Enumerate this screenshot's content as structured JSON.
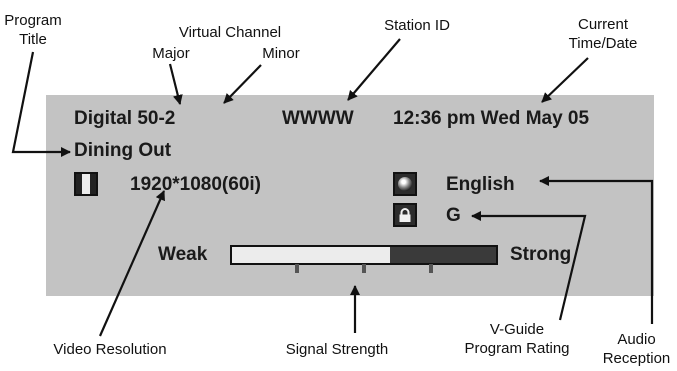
{
  "callouts": {
    "program_title": [
      "Program",
      "Title"
    ],
    "virtual_channel": "Virtual Channel",
    "major": "Major",
    "minor": "Minor",
    "station_id": "Station ID",
    "current_time_date": [
      "Current",
      "Time/Date"
    ],
    "video_resolution": "Video Resolution",
    "signal_strength": "Signal Strength",
    "vguide_rating": [
      "V-Guide",
      "Program Rating"
    ],
    "audio_reception": [
      "Audio",
      "Reception"
    ]
  },
  "panel": {
    "channel": "Digital 50-2",
    "station": "WWWW",
    "datetime": "12:36 pm Wed May 05",
    "program": "Dining Out",
    "resolution": "1920*1080(60i)",
    "audio_language": "English",
    "rating": "G",
    "weak_label": "Weak",
    "strong_label": "Strong",
    "signal_level": 0.6
  },
  "icons": {
    "resolution": "resolution-icon",
    "audio": "audio-reception-icon",
    "lock": "lock-icon"
  },
  "colors": {
    "panel_bg": "#c3c3c3",
    "bar_filled": "#ececec",
    "bar_empty": "#3a3a3a"
  }
}
